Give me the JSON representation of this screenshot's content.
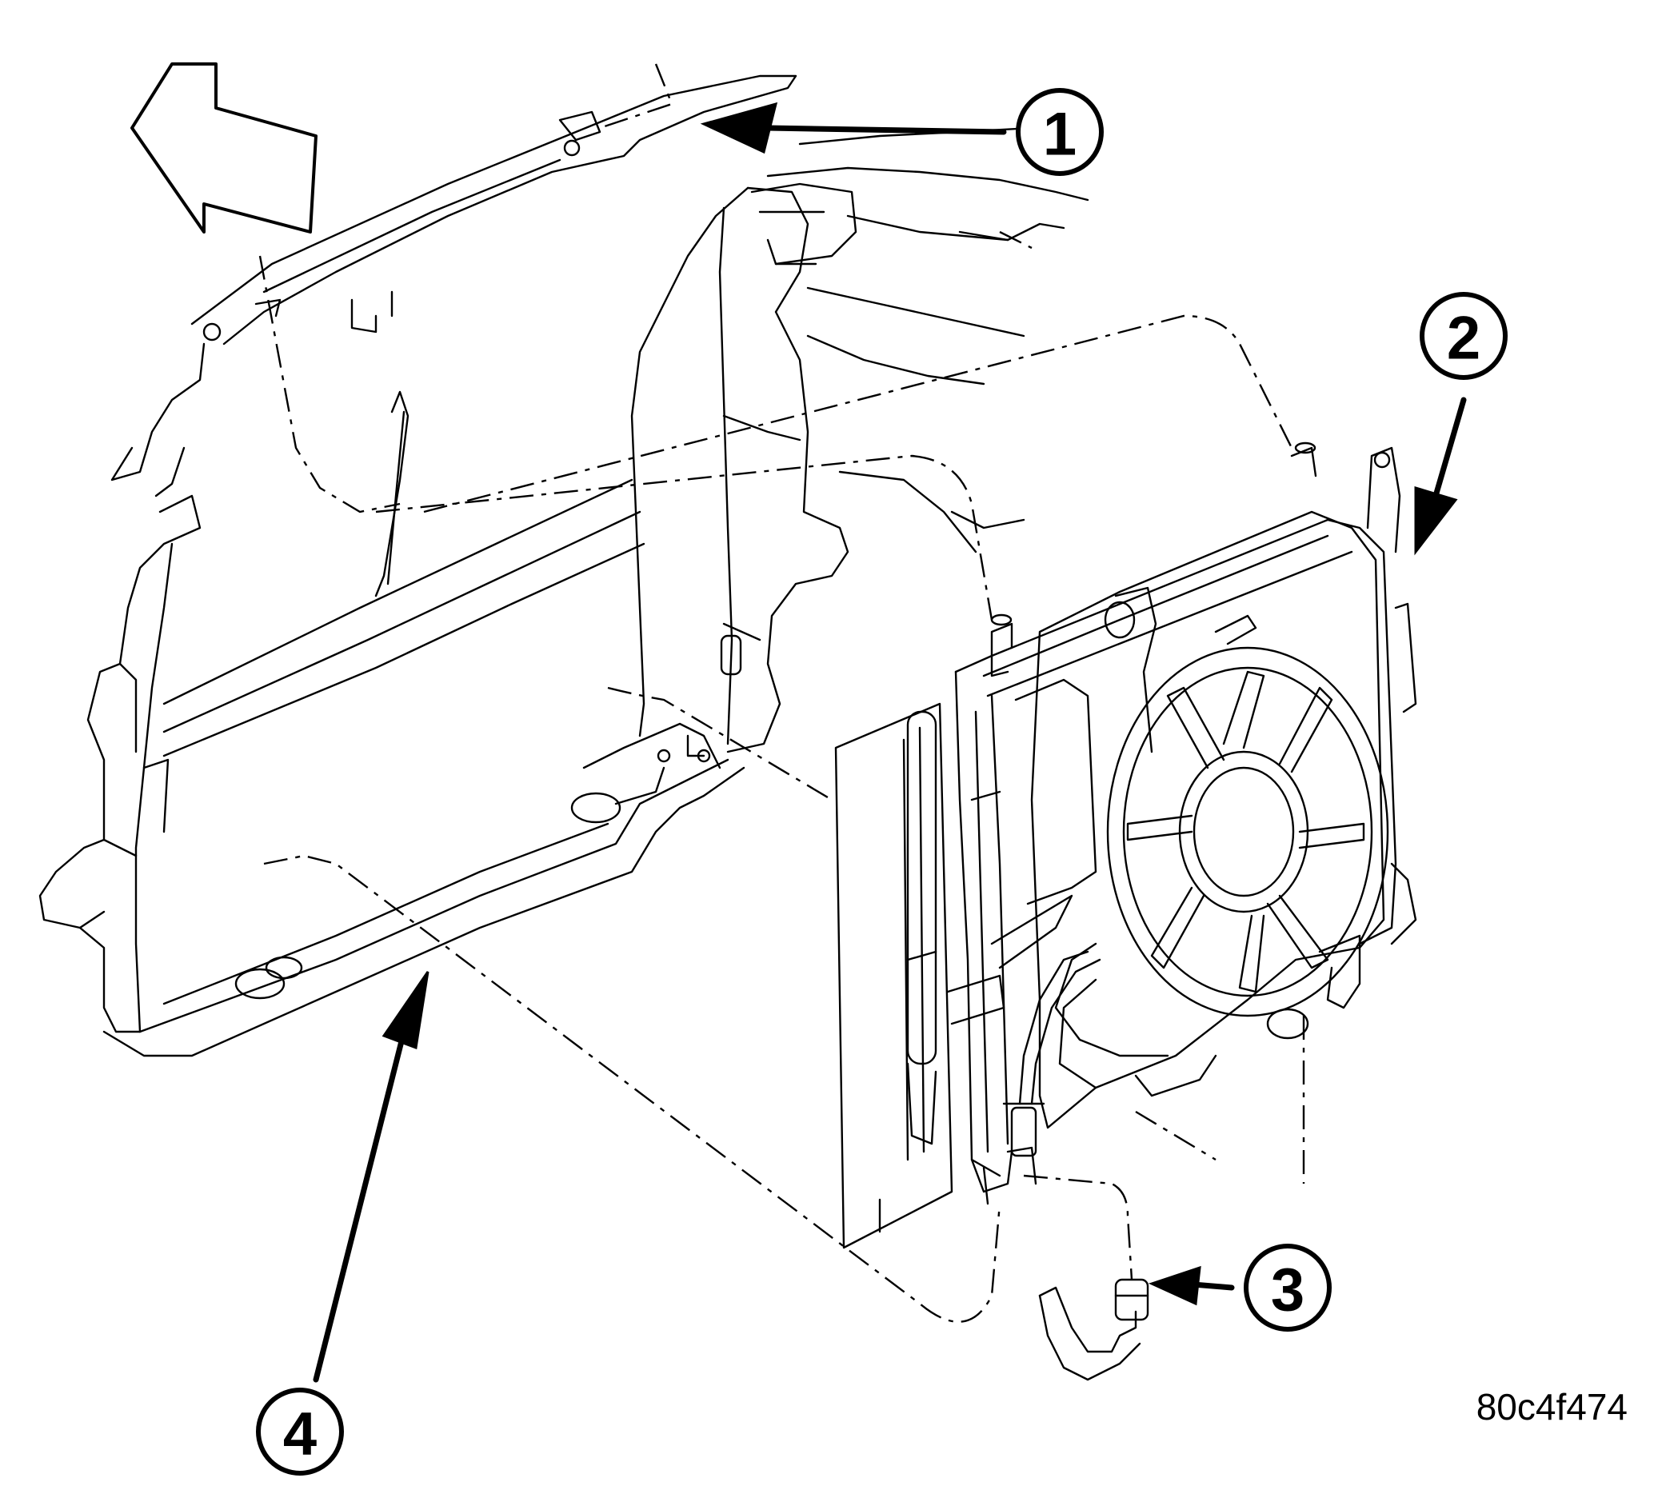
{
  "figure": {
    "callouts": [
      {
        "id": "callout-1",
        "label": "1"
      },
      {
        "id": "callout-2",
        "label": "2"
      },
      {
        "id": "callout-3",
        "label": "3"
      },
      {
        "id": "callout-4",
        "label": "4"
      }
    ],
    "image_code": "80c4f474",
    "colors": {
      "ink": "#000000",
      "paper": "#ffffff"
    }
  }
}
